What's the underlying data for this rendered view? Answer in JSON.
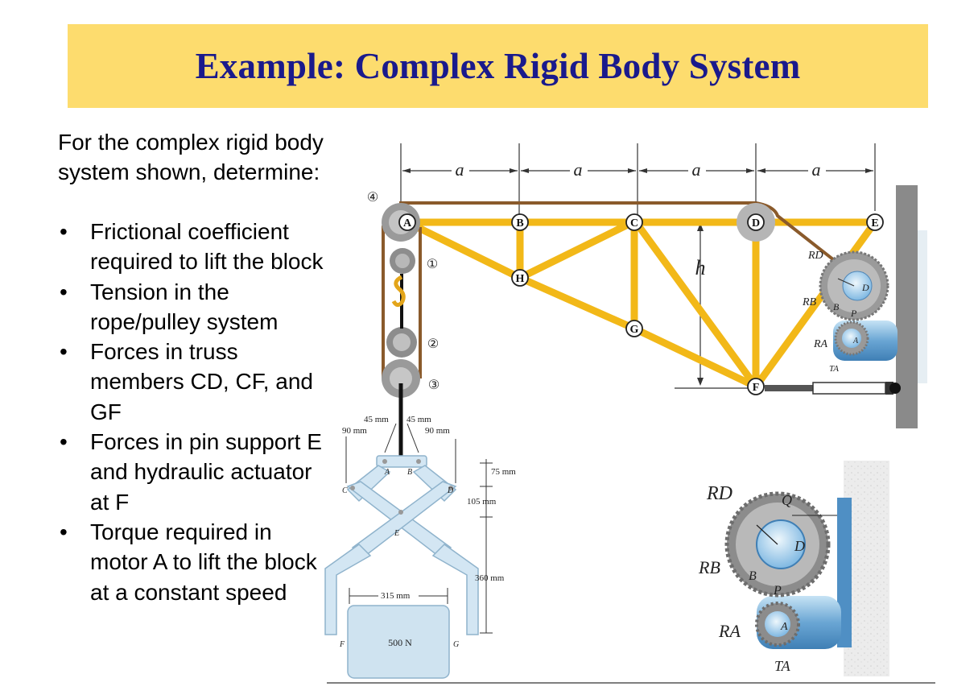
{
  "title": "Example: Complex Rigid Body System",
  "intro": "For the complex rigid body system shown, determine:",
  "bullets": [
    "Frictional coefficient required to lift the block",
    "Tension in the rope/pulley system",
    "Forces in truss members CD, CF, and GF",
    "Forces in pin support E and hydraulic actuator at F",
    "Torque required in motor A to lift the block at a constant speed"
  ],
  "truss": {
    "nodes": [
      "A",
      "B",
      "C",
      "D",
      "E",
      "H",
      "G",
      "F"
    ],
    "spacing_label": "a",
    "height_label": "h",
    "pulleys": [
      "④",
      "①",
      "②",
      "③"
    ]
  },
  "gear_labels": {
    "small": {
      "RD": "RD",
      "RB": "RB",
      "RA": "RA",
      "TA": "TA",
      "D": "D",
      "B": "B",
      "P": "P",
      "A": "A"
    },
    "large": {
      "RD": "RD",
      "RB": "RB",
      "RA": "RA",
      "TA": "TA",
      "Q": "Q",
      "D": "D",
      "B": "B",
      "P": "P",
      "A": "A"
    }
  },
  "tongs": {
    "dims": [
      "45 mm",
      "45 mm",
      "90 mm",
      "90 mm",
      "75 mm",
      "105 mm",
      "360 mm",
      "315 mm"
    ],
    "points": [
      "A",
      "B",
      "C",
      "D",
      "E",
      "F",
      "G"
    ],
    "load": "500 N"
  }
}
